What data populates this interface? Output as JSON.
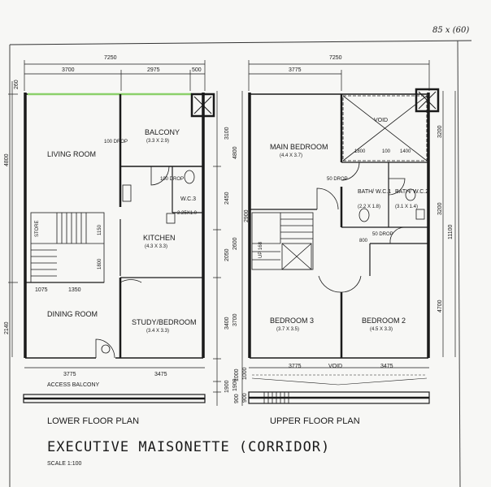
{
  "sheet_ref": "85 x (60)",
  "title": "EXECUTIVE MAISONETTE (CORRIDOR)",
  "scale": "SCALE 1:100",
  "lower_floor": {
    "label": "LOWER FLOOR PLAN",
    "overall_width": "7250",
    "dims_top": [
      "3700",
      "2975",
      "500"
    ],
    "dims_left": [
      "260",
      "4800",
      "2140"
    ],
    "dims_right": [
      "3100",
      "2450",
      "2050",
      "3400",
      "1900",
      "1000",
      "900"
    ],
    "dims_bottom": [
      "3775",
      "3475"
    ],
    "dims_inner": [
      "1075",
      "1350",
      "1150",
      "1800"
    ],
    "drop": "100 DROP",
    "drop2": "100 DROP",
    "store": "STORE",
    "access_balcony": "ACCESS BALCONY",
    "rooms": {
      "living": "LIVING ROOM",
      "balcony": "BALCONY",
      "balcony_size": "(3.3 X 2.9)",
      "wc3": "W.C.3",
      "wc3_size": "2.25X1.0",
      "kitchen": "KITCHEN",
      "kitchen_size": "(4.3 X 3.3)",
      "dining": "DINING ROOM",
      "study": "STUDY/BEDROOM",
      "study_size": "(3.4 X 3.3)"
    }
  },
  "upper_floor": {
    "label": "UPPER FLOOR PLAN",
    "overall_width": "7250",
    "dims_top": [
      "3775"
    ],
    "dims_right": [
      "3200",
      "3200",
      "4700",
      "11100"
    ],
    "dims_left": [
      "4800",
      "2900",
      "2600",
      "3700",
      "1900",
      "1000",
      "900"
    ],
    "dims_bath": [
      "1800",
      "100",
      "1400"
    ],
    "dims_bottom": [
      "3775",
      "3475"
    ],
    "void_top": "VOID",
    "void_bottom": "VOID",
    "drop_a": "50 DROP",
    "drop_b": "50 DROP",
    "dim_800": "800",
    "stair_up": "UP 168",
    "rooms": {
      "main": "MAIN BEDROOM",
      "main_size": "(4.4 X 3.7)",
      "bath1": "BATH/ W.C.1",
      "bath1_size": "(2.2 X 1.8)",
      "bath2": "BATH/ W.C.2",
      "bath2_size": "(3.1 X 1.4)",
      "bed3": "BEDROOM 3",
      "bed3_size": "(3.7 X 3.5)",
      "bed2": "BEDROOM 2",
      "bed2_size": "(4.5 X 3.3)"
    }
  }
}
